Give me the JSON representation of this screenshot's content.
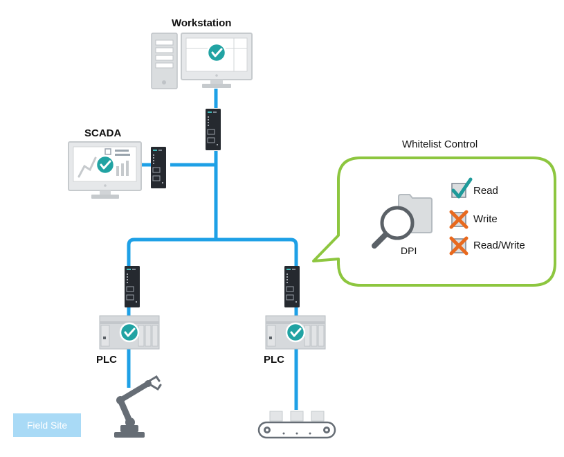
{
  "labels": {
    "workstation": "Workstation",
    "scada": "SCADA",
    "plc_left": "PLC",
    "plc_right": "PLC",
    "field_site": "Field Site"
  },
  "callout": {
    "title": "Whitelist Control",
    "dpi": "DPI",
    "permissions": [
      {
        "label": "Read",
        "status": "allowed",
        "icon": "checkmark-icon"
      },
      {
        "label": "Write",
        "status": "blocked",
        "icon": "x-icon"
      },
      {
        "label": "Read/Write",
        "status": "blocked",
        "icon": "x-icon"
      }
    ]
  },
  "colors": {
    "network_line": "#1ea0e6",
    "callout_border": "#8dc63f",
    "check_badge": "#21a3a3",
    "blocked": "#e8691e",
    "device_dark": "#25292f",
    "field_site_bg": "#a9daf6"
  }
}
